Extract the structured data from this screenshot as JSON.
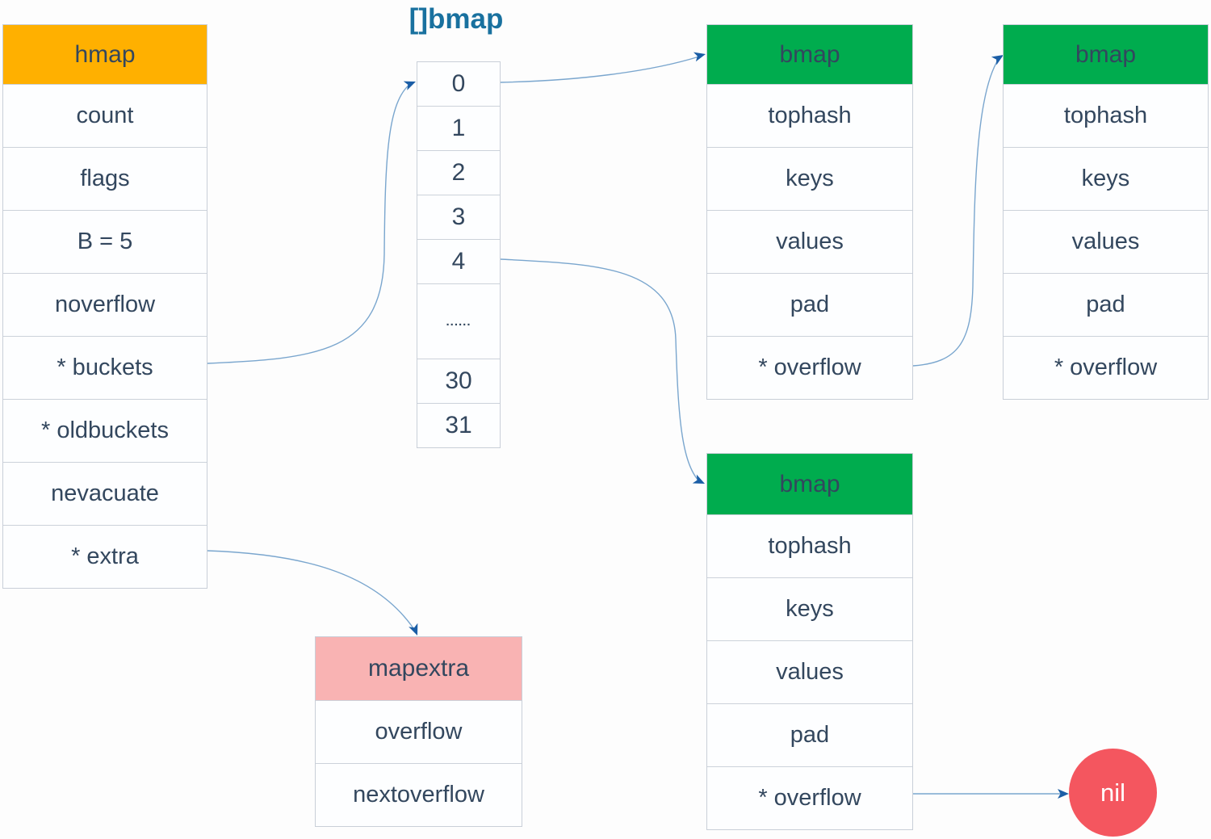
{
  "title": "[]bmap",
  "colors": {
    "hmap_header": "#ffb000",
    "bmap_header": "#00ac4e",
    "mapextra_header": "#f9b3b3",
    "nil_circle": "#f4565f",
    "title_text": "#19719f",
    "body_text": "#33475e",
    "arrow_line": "#7aa6ce",
    "arrow_head": "#1b5ea6"
  },
  "hmap": {
    "header": "hmap",
    "rows": [
      "count",
      "flags",
      "B = 5",
      "noverflow",
      "* buckets",
      "* oldbuckets",
      "nevacuate",
      "* extra"
    ]
  },
  "bucket_array": {
    "cells": [
      "0",
      "1",
      "2",
      "3",
      "4",
      "......",
      "30",
      "31"
    ]
  },
  "bmap_top": {
    "header": "bmap",
    "rows": [
      "tophash",
      "keys",
      "values",
      "pad",
      "* overflow"
    ]
  },
  "bmap_right": {
    "header": "bmap",
    "rows": [
      "tophash",
      "keys",
      "values",
      "pad",
      "* overflow"
    ]
  },
  "bmap_bottom": {
    "header": "bmap",
    "rows": [
      "tophash",
      "keys",
      "values",
      "pad",
      "* overflow"
    ]
  },
  "mapextra": {
    "header": "mapextra",
    "rows": [
      "overflow",
      "nextoverflow"
    ]
  },
  "nil": {
    "label": "nil"
  },
  "edges": [
    {
      "from": "hmap.* buckets",
      "to": "bucket_array.0"
    },
    {
      "from": "bucket_array.0",
      "to": "bmap_top"
    },
    {
      "from": "bucket_array.4",
      "to": "bmap_bottom"
    },
    {
      "from": "bmap_top.* overflow",
      "to": "bmap_right"
    },
    {
      "from": "hmap.* extra",
      "to": "mapextra"
    },
    {
      "from": "bmap_bottom.* overflow",
      "to": "nil"
    }
  ]
}
